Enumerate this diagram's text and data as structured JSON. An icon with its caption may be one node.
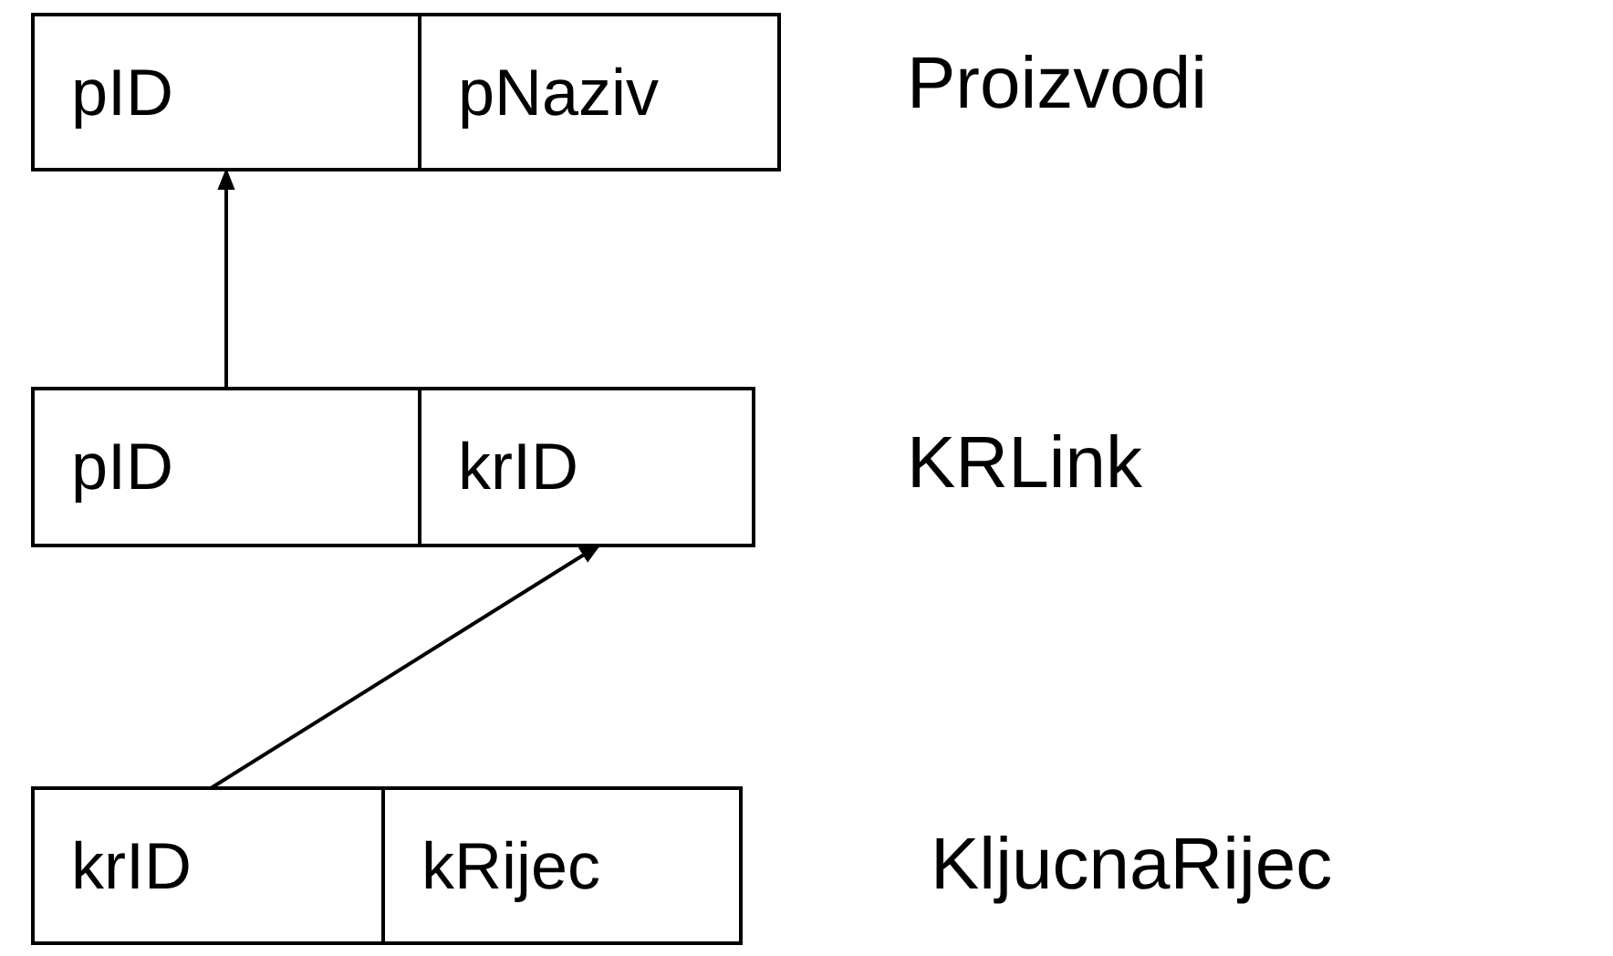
{
  "diagram": {
    "nodes": [
      {
        "text": [],
        "shape": "box",
        "beside": [
          "Proizvodi"
        ]
      },
      {
        "text": [
          "pID"
        ],
        "in": 0
      },
      {
        "text": [
          "pNaziv"
        ],
        "in": 0
      },
      {
        "text": [],
        "shape": "box",
        "beside": [
          "KRLink"
        ]
      },
      {
        "text": [
          "pID"
        ],
        "in": 3
      },
      {
        "text": [
          "krID"
        ],
        "in": 3
      },
      {
        "text": [],
        "shape": "box",
        "beside": [
          "KljucnaRijec"
        ]
      },
      {
        "text": [
          "krID"
        ],
        "in": 6
      },
      {
        "text": [
          "kRijec"
        ],
        "in": 6
      }
    ],
    "edges": [
      {
        "from": 4,
        "to": 1,
        "arrow": "to"
      },
      {
        "from": 7,
        "to": 5,
        "arrow": "to"
      }
    ]
  }
}
